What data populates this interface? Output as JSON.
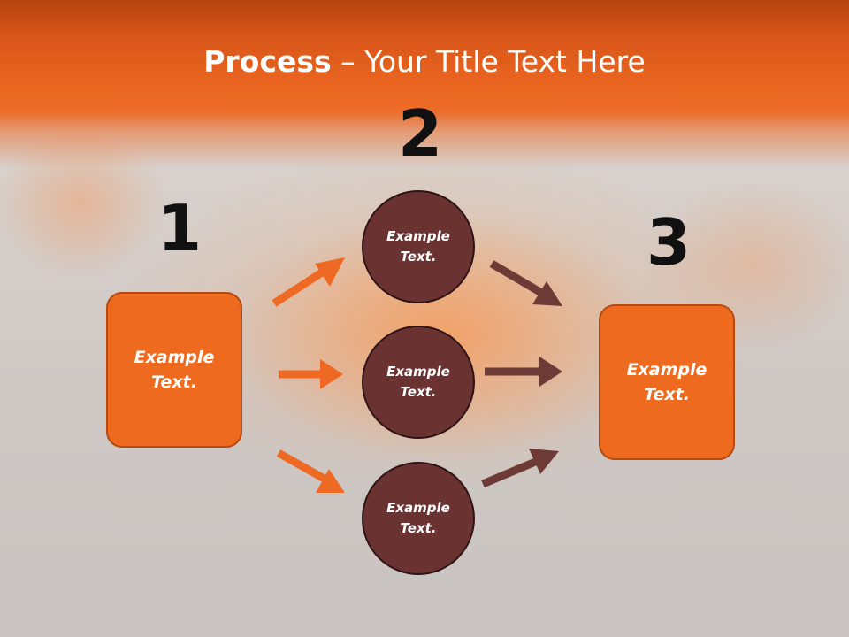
{
  "title": {
    "bold": "Process",
    "rest": " – Your Title Text Here"
  },
  "steps": {
    "n1": "1",
    "n2": "2",
    "n3": "3"
  },
  "left_box": {
    "label": "Example\nText."
  },
  "right_box": {
    "label": "Example\nText."
  },
  "circles": [
    {
      "label": "Example\nText."
    },
    {
      "label": "Example\nText."
    },
    {
      "label": "Example\nText."
    }
  ],
  "colors": {
    "orange": "#ed6a1f",
    "brown": "#6b3232",
    "arrow_orange": "#ee6a24",
    "arrow_brown": "#6e3a36"
  }
}
